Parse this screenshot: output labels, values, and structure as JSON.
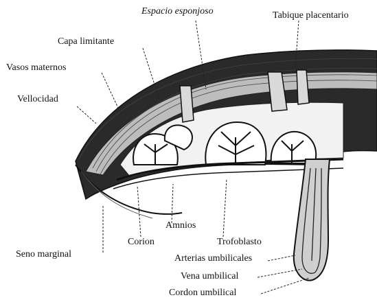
{
  "labels": {
    "espacio_esponjoso": "Espacio esponjoso",
    "tabique_placentario": "Tabique placentario",
    "capa_limitante": "Capa limitante",
    "vasos_maternos": "Vasos maternos",
    "vellocidad": "Vellocidad",
    "amnios": "Amnios",
    "corion": "Corion",
    "trofoblasto": "Trofoblasto",
    "seno_marginal": "Seno marginal",
    "arterias_umbilicales": "Arterias umbilicales",
    "vena_umbilical": "Vena umbilical",
    "cordon_umbilical": "Cordon umbilical"
  },
  "colors": {
    "ink": "#111111",
    "paper": "#ffffff",
    "dark_tissue": "#1a1a1a"
  }
}
